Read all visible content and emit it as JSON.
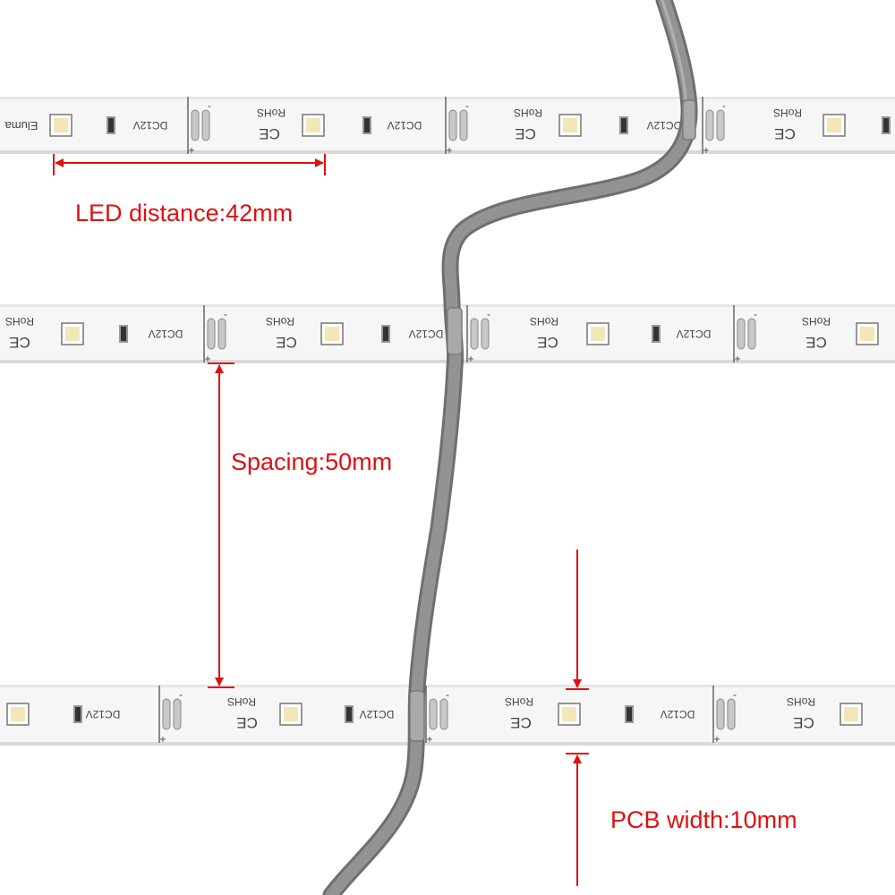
{
  "annotations": {
    "led_distance": "LED distance:42mm",
    "spacing": "Spacing:50mm",
    "pcb_width": "PCB width:10mm"
  },
  "strip_markings": {
    "voltage": "DC12V",
    "rohs": "RoHS",
    "ce": "CE",
    "brand_fragment": "Eluma",
    "plus": "+",
    "minus": "-"
  },
  "colors": {
    "annotation": "#e01010",
    "pcb": "#f6f6f6",
    "pcb_shadow": "#d9d9d9",
    "wire": "#8c8c8c",
    "wire_dark": "#6f6f6f",
    "led": "#f3e6b8",
    "pad": "#c8c8c8"
  }
}
